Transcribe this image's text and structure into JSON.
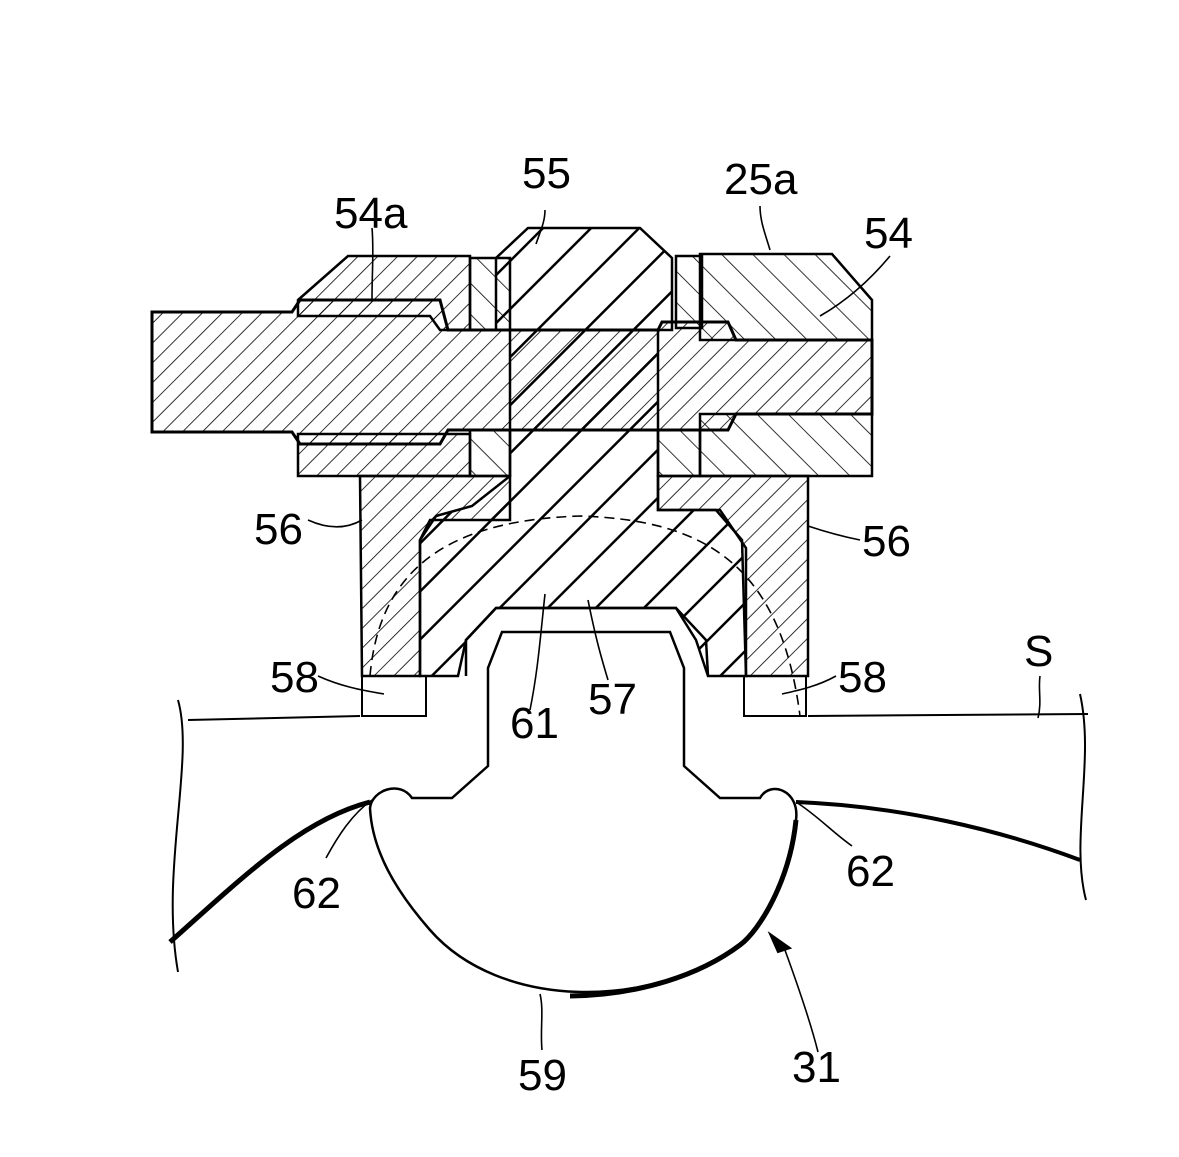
{
  "figure": {
    "labels": {
      "l55": "55",
      "l25a": "25a",
      "l54a": "54a",
      "l54": "54",
      "l56_left": "56",
      "l56_right": "56",
      "l58_left": "58",
      "l58_right": "58",
      "lS": "S",
      "l61": "61",
      "l57": "57",
      "l62_left": "62",
      "l62_right": "62",
      "l59": "59",
      "l31": "31"
    },
    "colors": {
      "ink": "#000000",
      "paper": "#ffffff"
    }
  }
}
